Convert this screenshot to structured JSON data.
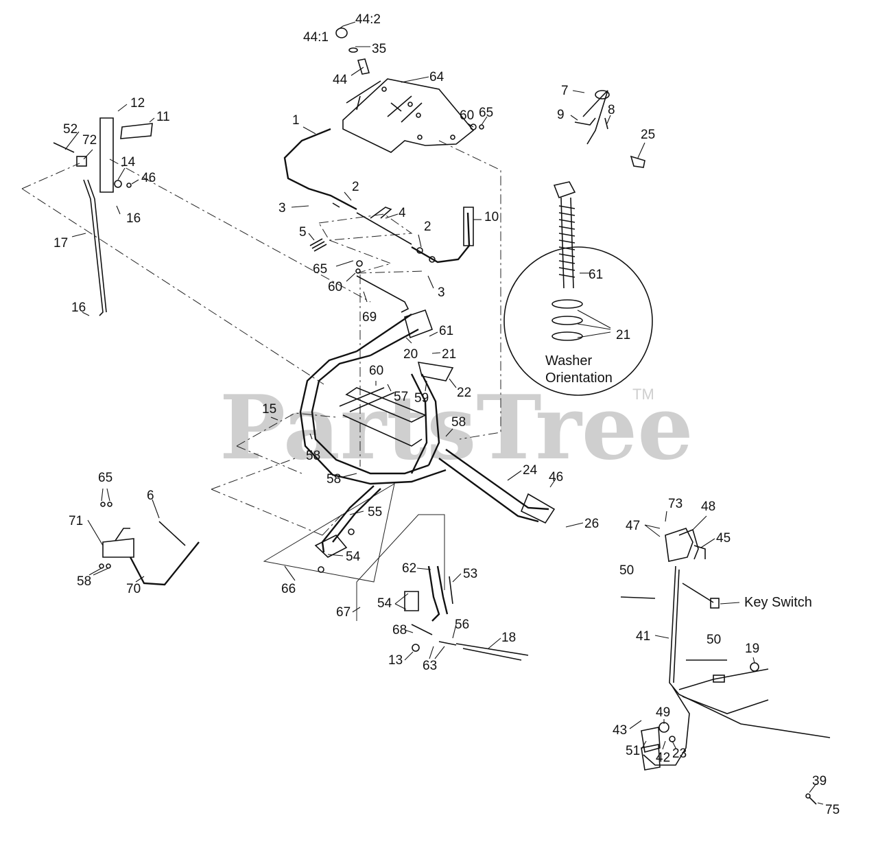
{
  "watermark": {
    "text": "PartsTree",
    "tm": "TM"
  },
  "notes": {
    "washer_orientation_line1": "Washer",
    "washer_orientation_line2": "Orientation",
    "key_switch": "Key Switch"
  },
  "callouts": [
    "44:2",
    "44:1",
    "35",
    "44",
    "64",
    "12",
    "11",
    "52",
    "72",
    "14",
    "46",
    "16",
    "17",
    "16",
    "1",
    "60",
    "65",
    "2",
    "3",
    "4",
    "2",
    "10",
    "5",
    "65",
    "60",
    "3",
    "69",
    "61",
    "21",
    "20",
    "61",
    "21",
    "60",
    "57",
    "59",
    "22",
    "15",
    "58",
    "58",
    "58",
    "7",
    "8",
    "9",
    "25",
    "24",
    "46",
    "26",
    "55",
    "54",
    "66",
    "65",
    "6",
    "71",
    "58",
    "70",
    "62",
    "53",
    "54",
    "67",
    "68",
    "56",
    "18",
    "13",
    "63",
    "73",
    "48",
    "47",
    "45",
    "50",
    "41",
    "50",
    "19",
    "49",
    "43",
    "51",
    "42",
    "23",
    "39",
    "75"
  ]
}
